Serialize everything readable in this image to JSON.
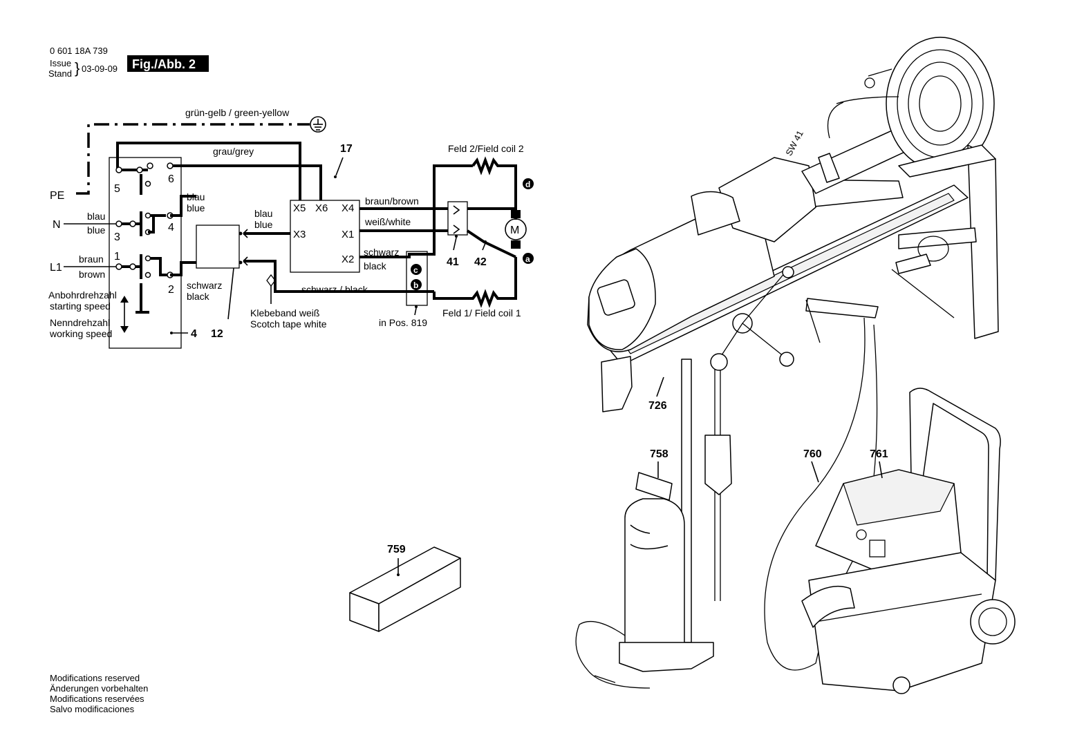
{
  "header": {
    "part_number": "0 601 18A 739",
    "issue_label": "Issue",
    "stand_label": "Stand",
    "date": "03-09-09",
    "figure_badge": "Fig./Abb. 2"
  },
  "wiring": {
    "ground_label": "grün-gelb / green-yellow",
    "grey_label": "grau/grey",
    "pe_label": "PE",
    "n_label": "N",
    "l1_label": "L1",
    "blau_1": "blau",
    "blue_1": "blue",
    "braun_1": "braun",
    "brown_1": "brown",
    "blau_2": "blau",
    "blue_2": "blue",
    "blau_3": "blau",
    "blue_3": "blue",
    "schwarz_1": "schwarz",
    "black_1": "black",
    "switch_terms": [
      "5",
      "6",
      "3",
      "4",
      "1",
      "2"
    ],
    "switch_ref": "4",
    "starting_speed_de": "Anbohrdrehzahl",
    "starting_speed_en": "starting speed",
    "working_speed_de": "Nenndrehzahl",
    "working_speed_en": "working speed",
    "module_ref": "12",
    "tape_de": "Klebeband weiß",
    "tape_en": "Scotch tape white",
    "board_ref": "17",
    "board_terms": [
      "X5",
      "X6",
      "X4",
      "X3",
      "X1",
      "X2"
    ],
    "braun_brown": "braun/brown",
    "weiss_white": "weiß/white",
    "schwarz_2": "schwarz",
    "black_2": "black",
    "schwarz_black": "schwarz / black",
    "in_pos": "in Pos. 819",
    "conn_c": "c",
    "conn_b": "b",
    "conn_d": "d",
    "conn_a": "a",
    "brush_41": "41",
    "brush_42": "42",
    "motor": "M",
    "field2": "Feld 2/Field coil 2",
    "field1": "Feld 1/ Field coil 1"
  },
  "illustration": {
    "callouts": {
      "sw": "SW 41",
      "p726": "726",
      "p758": "758",
      "p759": "759",
      "p760": "760",
      "p761": "761"
    }
  },
  "footer": {
    "lines": [
      "Modifications reserved",
      "Änderungen vorbehalten",
      "Modifications reservées",
      "Salvo modificaciones"
    ]
  }
}
